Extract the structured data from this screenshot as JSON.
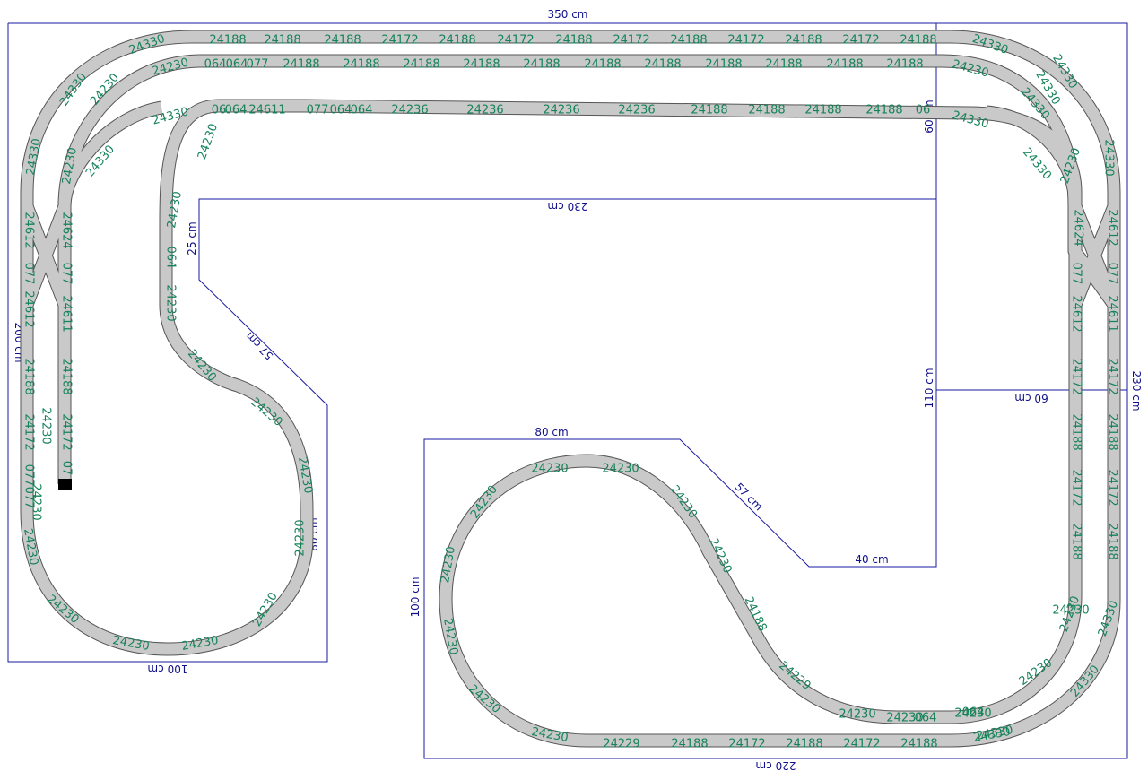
{
  "diagram": {
    "colors": {
      "boundary": "#1a1aa0",
      "dimension_text": "#10108a",
      "track_fill": "#c9c9c9",
      "track_edge": "#555555",
      "piece_label": "#16835a"
    },
    "dimensions": {
      "top_width": "350 cm",
      "left_height": "200 cm",
      "right_height": "230 cm",
      "bottom_left_width": "100 cm",
      "bottom_right_width": "220 cm",
      "inner_top": "230 cm",
      "inner_left": "25 cm",
      "inner_diag_left": "57 cm",
      "inner_vert_left": "80 cm",
      "inner_top_right": "60 cm",
      "inner_mid_right": "110 cm",
      "inner_horiz_right": "60 cm",
      "inner_top_bottom": "80 cm",
      "inner_diag_bottom": "57 cm",
      "inner_shelf": "40 cm",
      "inner_left_bottom": "100 cm"
    },
    "pieces": {
      "top_outer": [
        "24330",
        "24188",
        "24188",
        "24188",
        "24172",
        "24188",
        "24172",
        "24188",
        "24172",
        "24188",
        "24172",
        "24188",
        "24172",
        "24188",
        "24330"
      ],
      "top_middle": [
        "24230",
        "064",
        "064",
        "077",
        "24188",
        "24188",
        "24188",
        "24188",
        "24188",
        "24188",
        "24188",
        "24188",
        "24188",
        "24188",
        "24188",
        "24230"
      ],
      "top_inner": [
        "24330",
        "06",
        "064",
        "24611",
        "077",
        "064",
        "064",
        "24236",
        "24236",
        "24236",
        "24236",
        "24188",
        "24188",
        "24188",
        "24188",
        "06",
        "24330"
      ],
      "left_outer": [
        "24330",
        "24330",
        "24612",
        "077",
        "24612",
        "24188",
        "24172",
        "077",
        "077",
        "24230"
      ],
      "left_middle": [
        "24230",
        "24230",
        "24624",
        "077",
        "24611",
        "24188",
        "24172",
        "07"
      ],
      "left_loop": [
        "24330",
        "24230",
        "24230",
        "064",
        "24230",
        "24230",
        "24230",
        "24230",
        "24230",
        "24230",
        "24230",
        "24230",
        "24230",
        "24230",
        "24230"
      ],
      "right_outer": [
        "24330",
        "24330",
        "24330",
        "24612",
        "077",
        "24611",
        "24172",
        "24188",
        "24172",
        "24188",
        "24330",
        "24330",
        "24330"
      ],
      "right_inner": [
        "24330",
        "24330",
        "24230",
        "24624",
        "077",
        "24612",
        "24172",
        "24188",
        "24172",
        "24188",
        "24230",
        "24230",
        "24230"
      ],
      "bottom_loop": [
        "24230",
        "24230",
        "24230",
        "24230",
        "24188",
        "24229",
        "24230",
        "24230",
        "064",
        "064",
        "24230",
        "24230",
        "24230",
        "24230",
        "24230"
      ],
      "bottom_outer": [
        "24230",
        "24229",
        "24188",
        "24172",
        "24188",
        "24172",
        "24188",
        "24330"
      ]
    }
  }
}
